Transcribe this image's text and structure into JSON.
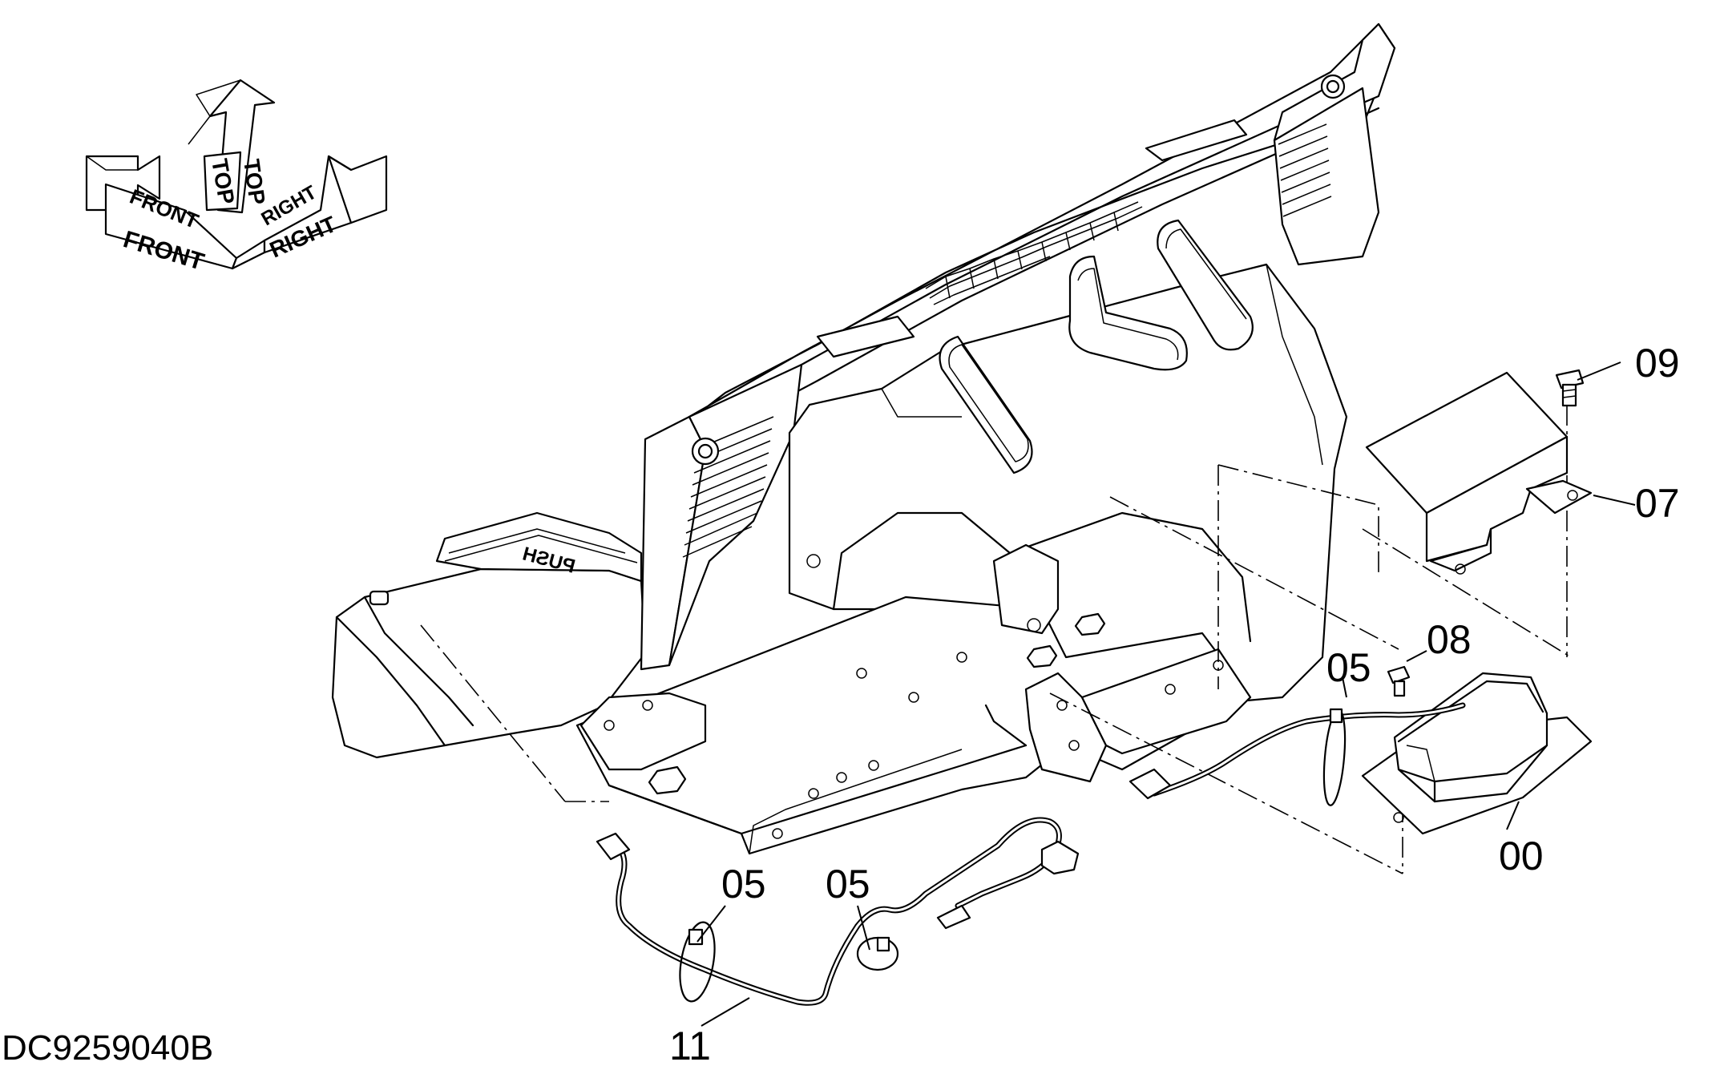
{
  "drawing_id": "DC9259040B",
  "orientation": {
    "front_label": "FRONT",
    "top_label": "TOP",
    "right_label": "RIGHT"
  },
  "callouts": [
    {
      "id": "00",
      "label": "00"
    },
    {
      "id": "05a",
      "label": "05"
    },
    {
      "id": "05b",
      "label": "05"
    },
    {
      "id": "05c",
      "label": "05"
    },
    {
      "id": "07",
      "label": "07"
    },
    {
      "id": "08",
      "label": "08"
    },
    {
      "id": "09",
      "label": "09"
    },
    {
      "id": "11",
      "label": "11"
    }
  ],
  "component_marking": "PUSH",
  "colors": {
    "line": "#000000",
    "background": "#ffffff"
  }
}
